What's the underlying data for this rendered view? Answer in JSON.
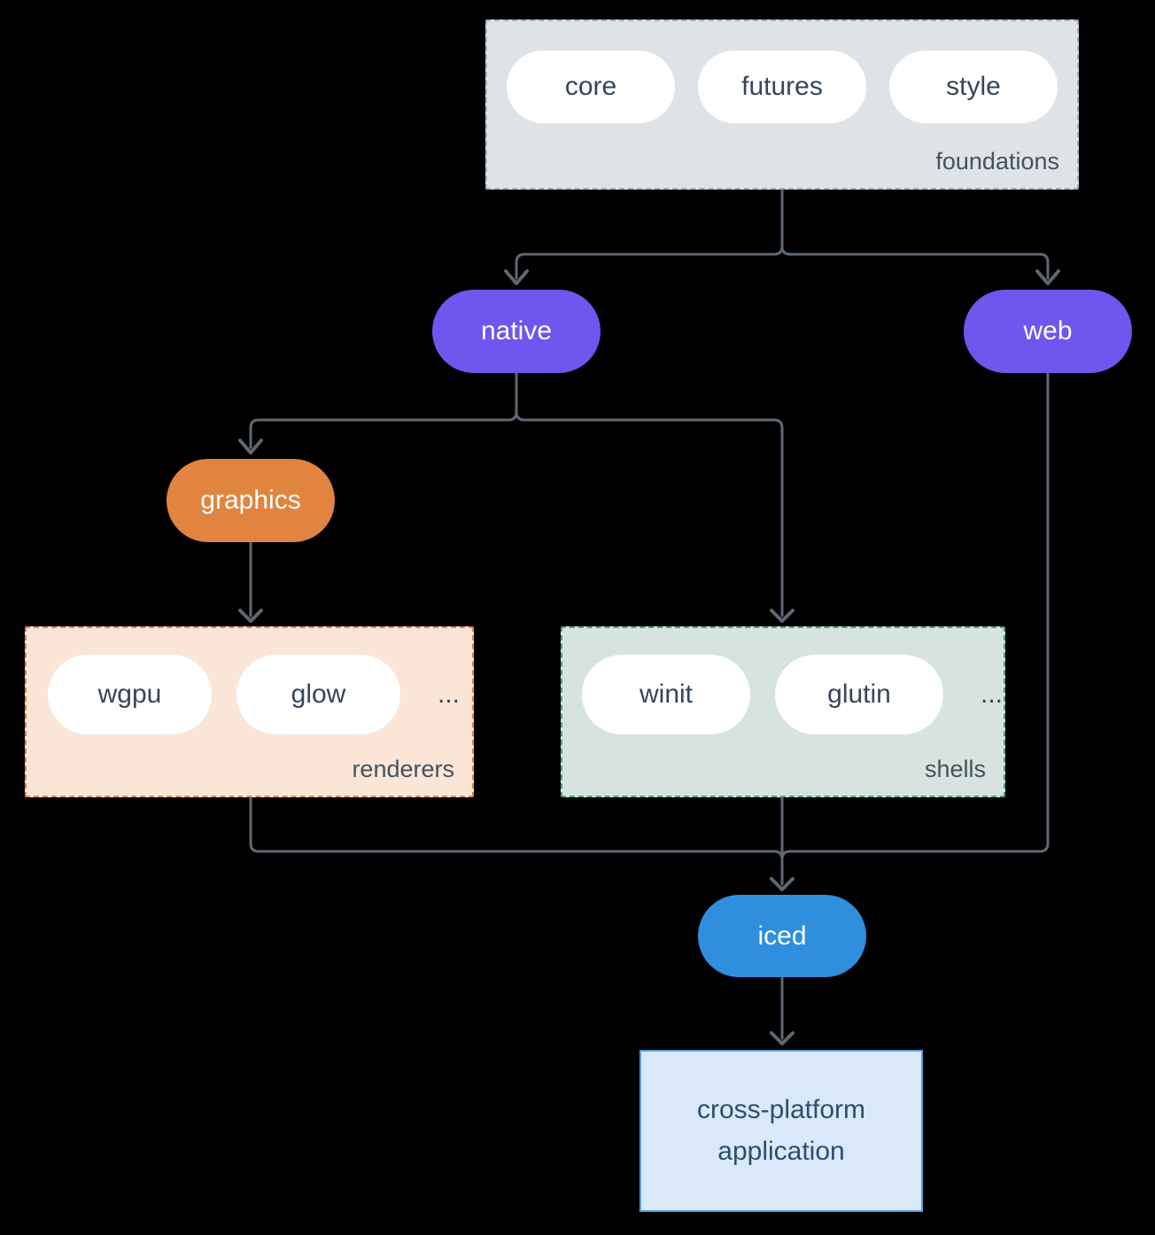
{
  "nodes": {
    "core": "core",
    "futures": "futures",
    "style": "style",
    "native": "native",
    "web": "web",
    "graphics": "graphics",
    "wgpu": "wgpu",
    "glow": "glow",
    "winit": "winit",
    "glutin": "glutin",
    "iced": "iced",
    "application": "cross-platform application"
  },
  "groups": {
    "foundations": {
      "label": "foundations"
    },
    "renderers": {
      "label": "renderers",
      "ellipsis": "..."
    },
    "shells": {
      "label": "shells",
      "ellipsis": "..."
    }
  },
  "edges": [
    {
      "from": "foundations",
      "to": "native"
    },
    {
      "from": "foundations",
      "to": "web"
    },
    {
      "from": "native",
      "to": "graphics"
    },
    {
      "from": "native",
      "to": "shells"
    },
    {
      "from": "graphics",
      "to": "renderers"
    },
    {
      "from": "renderers",
      "to": "iced"
    },
    {
      "from": "shells",
      "to": "iced"
    },
    {
      "from": "web",
      "to": "iced"
    },
    {
      "from": "iced",
      "to": "application"
    }
  ],
  "colors": {
    "background": "#000000",
    "arrow": "#5d6873",
    "purple_node": "#6e56ee",
    "orange_node": "#e08440",
    "blue_node": "#2f8ede",
    "white_node_text": "#36455a",
    "group_label": "#44525e",
    "foundations_fill": "#dee3e7",
    "foundations_border": "#a4aeb6",
    "renderers_fill": "#fae5d7",
    "renderers_border": "#e08440",
    "shells_fill": "#d6e3df",
    "shells_border": "#47a18e",
    "application_fill": "#d9e9f9",
    "application_border": "#5c9cd6",
    "application_text": "#2e4e6e"
  }
}
